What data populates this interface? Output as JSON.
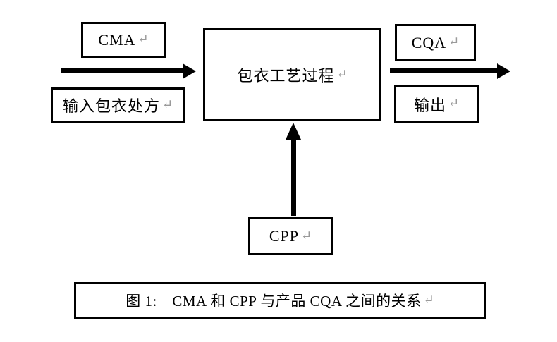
{
  "figure": {
    "boxes": {
      "cma": "CMA",
      "input": "输入包衣处方",
      "process": "包衣工艺过程",
      "cqa": "CQA",
      "output": "输出",
      "cpp": "CPP"
    },
    "caption": "图 1:　CMA 和 CPP 与产品 CQA 之间的关系",
    "paragraph_mark": "↵",
    "colors": {
      "line": "#000000",
      "paragraph_mark": "#9a9a9a",
      "background": "#ffffff"
    }
  }
}
